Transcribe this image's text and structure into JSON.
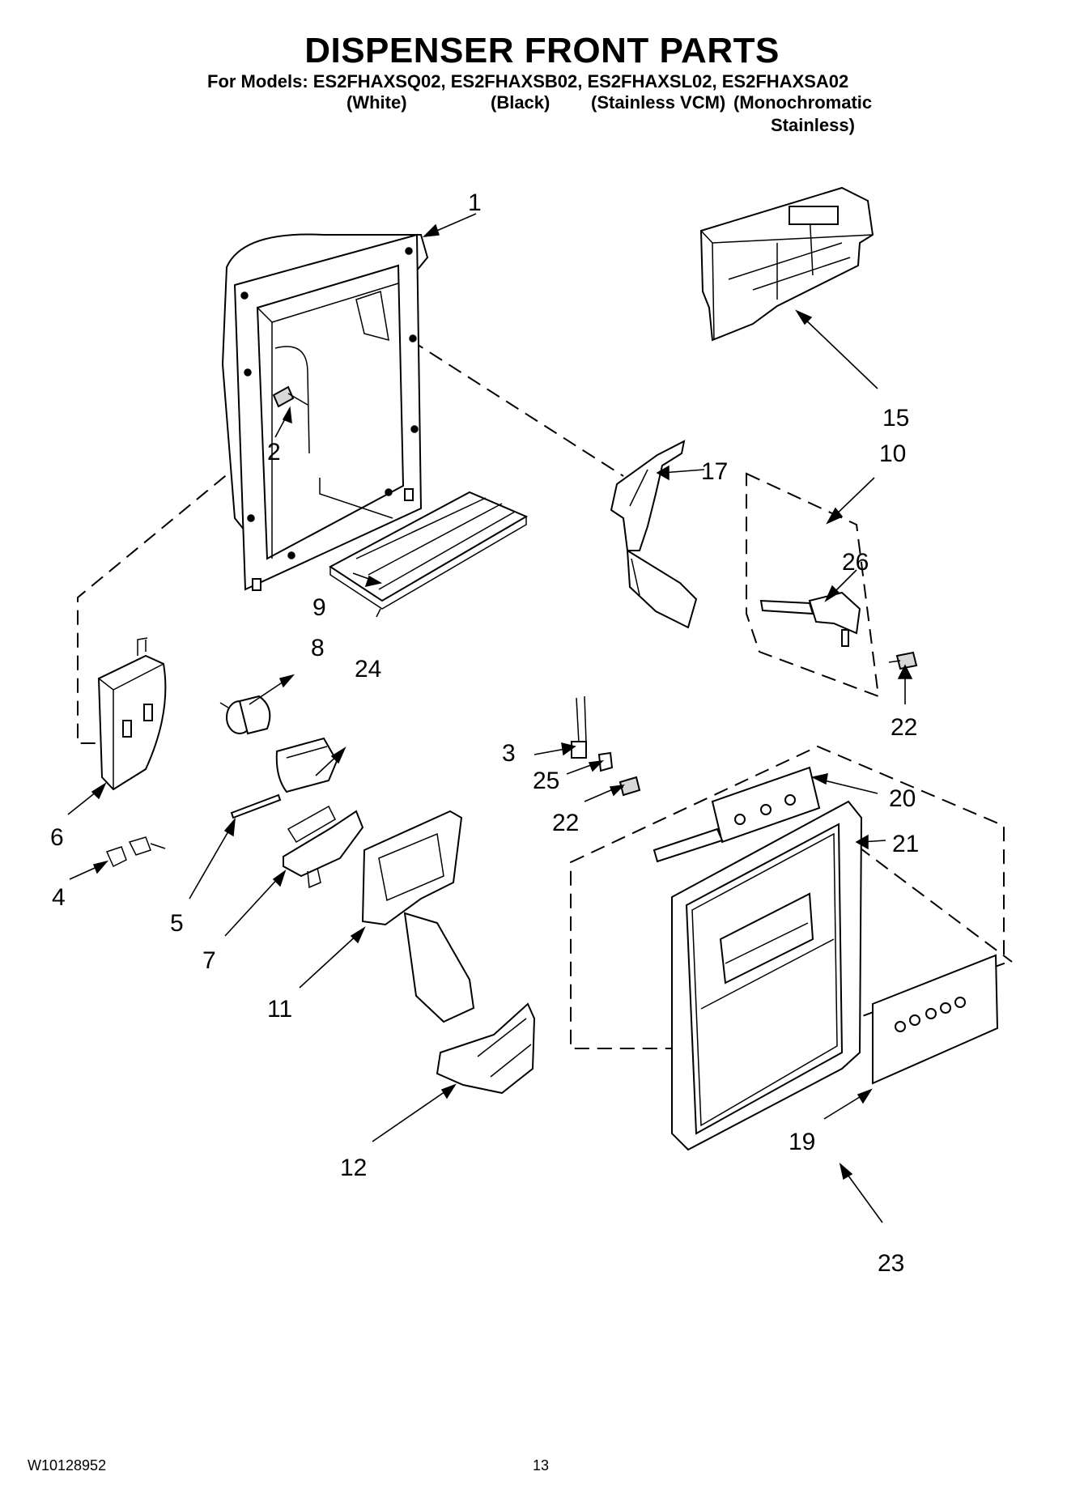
{
  "header": {
    "title": "DISPENSER FRONT PARTS",
    "models_line": "For Models: ES2FHAXSQ02, ES2FHAXSB02, ES2FHAXSL02, ES2FHAXSA02",
    "variant_white": "(White)",
    "variant_black": "(Black)",
    "variant_stainless": "(Stainless VCM)",
    "variant_mono": "(Monochromatic",
    "variant_mono_2": "Stainless)"
  },
  "callouts": {
    "c1": "1",
    "c2": "2",
    "c3": "3",
    "c4": "4",
    "c5": "5",
    "c6": "6",
    "c7": "7",
    "c8": "8",
    "c9": "9",
    "c10": "10",
    "c11": "11",
    "c12": "12",
    "c15": "15",
    "c17": "17",
    "c19": "19",
    "c20": "20",
    "c21": "21",
    "c22a": "22",
    "c22b": "22",
    "c23": "23",
    "c24": "24",
    "c25": "25",
    "c26": "26"
  },
  "footer": {
    "doc_number": "W10128952",
    "page_number": "13"
  }
}
